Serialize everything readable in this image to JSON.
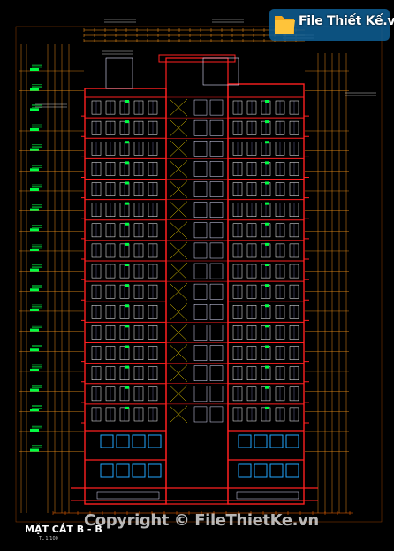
{
  "drawing": {
    "section_title": "MẶT CẮT B - B",
    "scale_note": "TL 1/100",
    "floor_count": 16
  },
  "watermark": {
    "logo_text": "File Thiết Kế.vn",
    "copyright_text": "Copyright © FileThietKe.vn"
  },
  "colors": {
    "background": "#000000",
    "structure": "#ff2020",
    "dimension": "#ff9a1a",
    "windows": "#ffffff",
    "level_tags": "#00ff44",
    "walls": "#e0e0ff",
    "glazing": "#22a6ff",
    "core": "#ffe000",
    "logo_bg": "#1493d8"
  }
}
